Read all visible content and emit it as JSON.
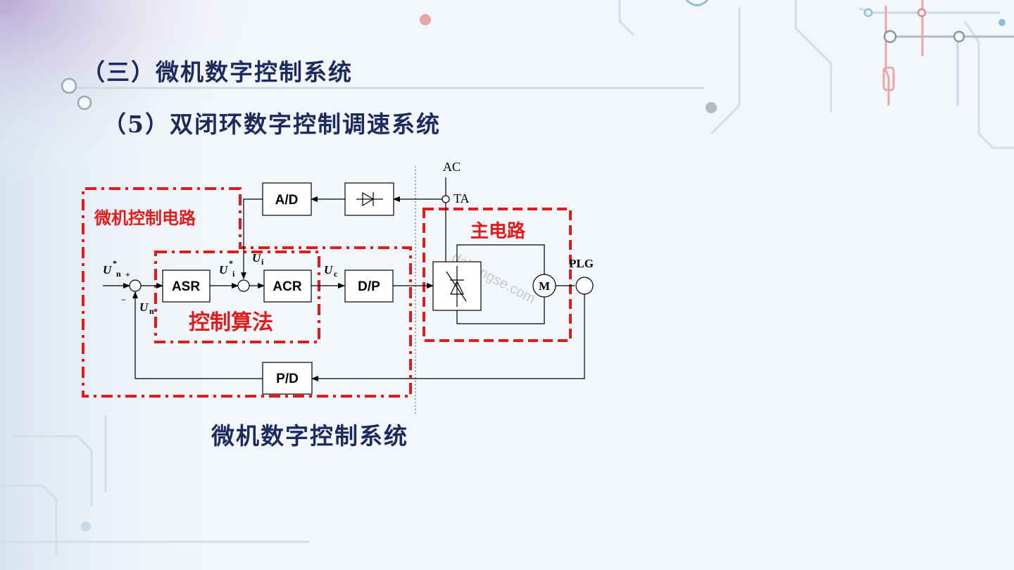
{
  "heading": "（三）微机数字控制系统",
  "subheading": "（5）双闭环数字控制调速系统",
  "caption": "微机数字控制系统",
  "diagram": {
    "blocks": {
      "ad": "A/D",
      "asr": "ASR",
      "acr": "ACR",
      "dp": "D/P",
      "pd": "P/D",
      "motor": "M"
    },
    "labels": {
      "ac": "AC",
      "ta": "TA",
      "plg": "PLG",
      "un_star": "U",
      "un_star_sup": "*",
      "un_star_sub": "n",
      "plus": "+",
      "minus": "−",
      "un": "U",
      "un_sub": "n",
      "ui_star": "U",
      "ui_star_sup": "*",
      "ui_star_sub": "i",
      "ui": "U",
      "ui_sub": "i",
      "uc": "U",
      "uc_sub": "c"
    },
    "regions": {
      "micro_circuit": "微机控制电路",
      "algorithm": "控制算法",
      "main_circuit": "主电路"
    },
    "watermark": "dahongse.com"
  },
  "colors": {
    "title": "#1c2a5e",
    "region": "#e01b1b",
    "line": "#000000"
  }
}
